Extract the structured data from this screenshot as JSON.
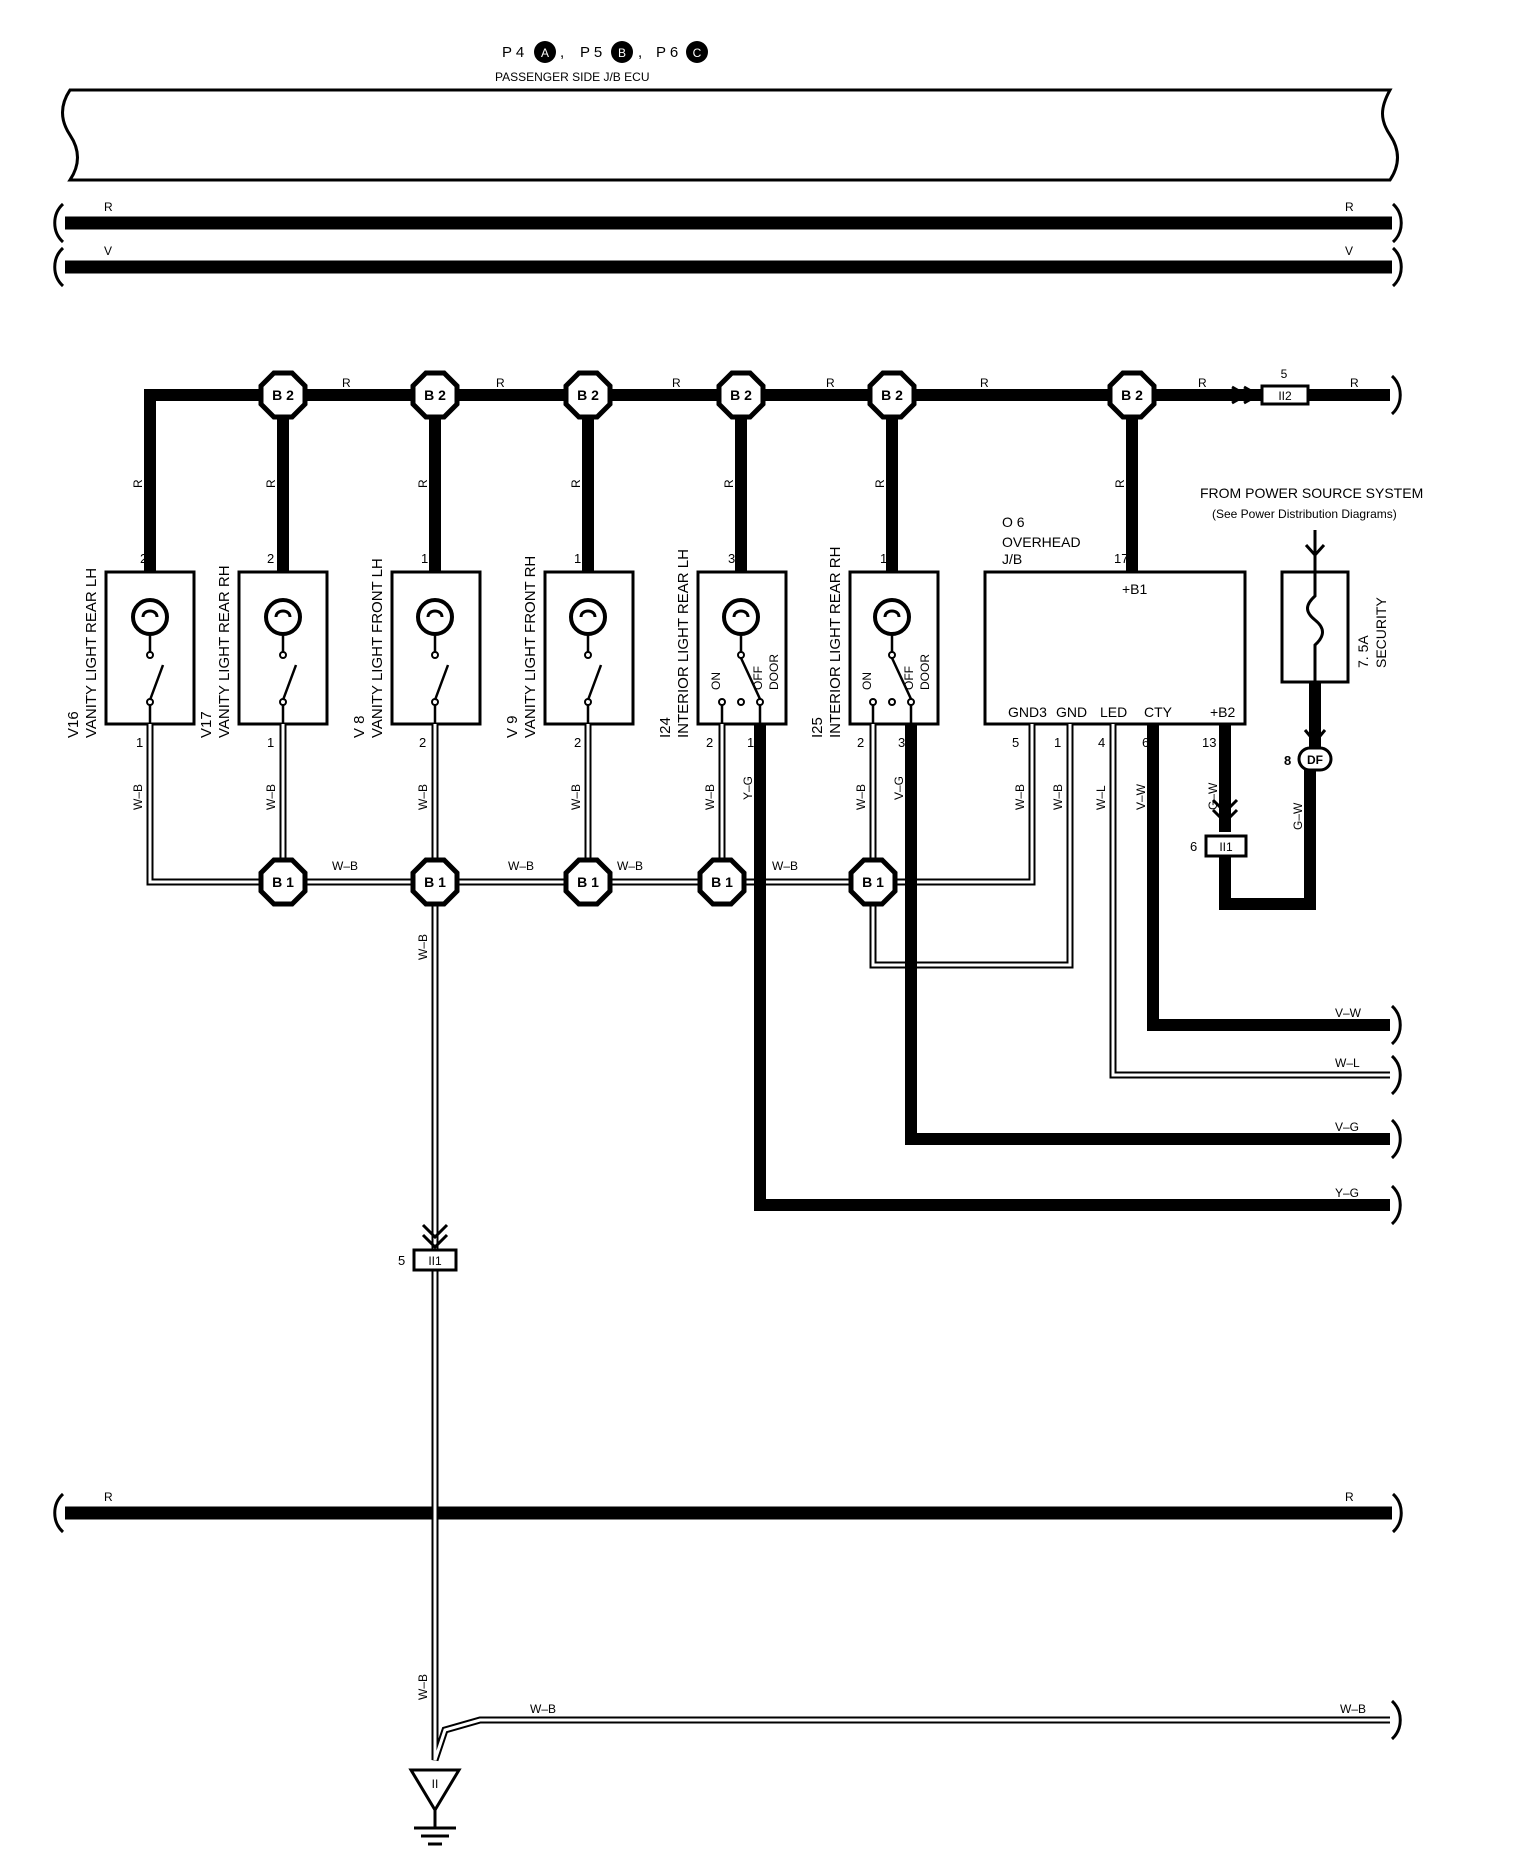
{
  "header": {
    "connector_prefix_a": "P 4",
    "connector_prefix_b": "P 5",
    "connector_prefix_c": "P 6",
    "connector_letter_a": "A",
    "connector_letter_b": "B",
    "connector_letter_c": "C",
    "separator": ",",
    "ecu_name": "PASSENGER SIDE J/B ECU"
  },
  "bus_wires": {
    "r": "R",
    "v": "V"
  },
  "junction_labels": {
    "b2": "B 2",
    "b1": "B 1"
  },
  "wire_colors": {
    "r": "R",
    "wb": "W–B",
    "yg": "Y–G",
    "vg": "V–G",
    "wl": "W–L",
    "vw": "V–W",
    "gw": "G–W"
  },
  "components": [
    {
      "code": "V16",
      "name": "VANITY LIGHT REAR LH",
      "pin_top": "2",
      "pin_bottom": "1"
    },
    {
      "code": "V17",
      "name": "VANITY LIGHT REAR RH",
      "pin_top": "2",
      "pin_bottom": "1"
    },
    {
      "code": "V 8",
      "name": "VANITY LIGHT FRONT LH",
      "pin_top": "1",
      "pin_bottom": "2"
    },
    {
      "code": "V 9",
      "name": "VANITY LIGHT FRONT RH",
      "pin_top": "1",
      "pin_bottom": "2"
    },
    {
      "code": "I24",
      "name": "INTERIOR LIGHT REAR LH",
      "pin_top": "3",
      "pin_left": "2",
      "pin_right": "1"
    },
    {
      "code": "I25",
      "name": "INTERIOR LIGHT REAR RH",
      "pin_top": "1",
      "pin_left": "2",
      "pin_right": "3"
    }
  ],
  "switch_positions": {
    "on": "ON",
    "off": "OFF",
    "door": "DOOR"
  },
  "overhead_jb": {
    "code": "O 6",
    "name_line1": "OVERHEAD",
    "name_line2": "J/B",
    "terminals": {
      "b1": "+B1",
      "gnd3": "GND3",
      "gnd": "GND",
      "led": "LED",
      "cty": "CTY",
      "b2": "+B2"
    },
    "pins": {
      "b1": "17",
      "gnd3": "5",
      "gnd": "1",
      "led": "4",
      "cty": "6",
      "b2": "13"
    }
  },
  "power_source": {
    "title": "FROM POWER SOURCE SYSTEM",
    "note": "(See Power Distribution Diagrams)",
    "fuse_rating": "7. 5A",
    "fuse_name": "SECURITY"
  },
  "connectors": {
    "ii2": {
      "label": "II2",
      "pin": "5"
    },
    "ii1_left": {
      "label": "II1",
      "pin": "5"
    },
    "ii1_right": {
      "label": "II1",
      "pin": "6"
    },
    "df": {
      "label": "DF",
      "pin": "8"
    }
  },
  "ground": {
    "label": "II"
  }
}
